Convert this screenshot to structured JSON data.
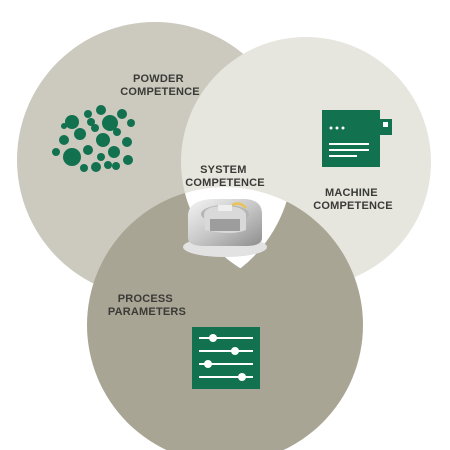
{
  "diagram": {
    "colors": {
      "powder_circle": "#ccc9be",
      "machine_circle": "#e6e6df",
      "process_circle": "#a9a595",
      "center": "#ffffff",
      "icon_green": "#12714f",
      "label_text": "#3a3a36"
    },
    "labels": {
      "powder": [
        "POWDER",
        "COMPETENCE"
      ],
      "machine": [
        "MACHINE",
        "COMPETENCE"
      ],
      "process": [
        "PROCESS",
        "PARAMETERS"
      ],
      "system": [
        "SYSTEM",
        "COMPETENCE"
      ]
    },
    "icons": {
      "powder": "powder-particles-icon",
      "machine": "machine-icon",
      "process": "sliders-icon",
      "system": "printed-part-icon"
    }
  }
}
